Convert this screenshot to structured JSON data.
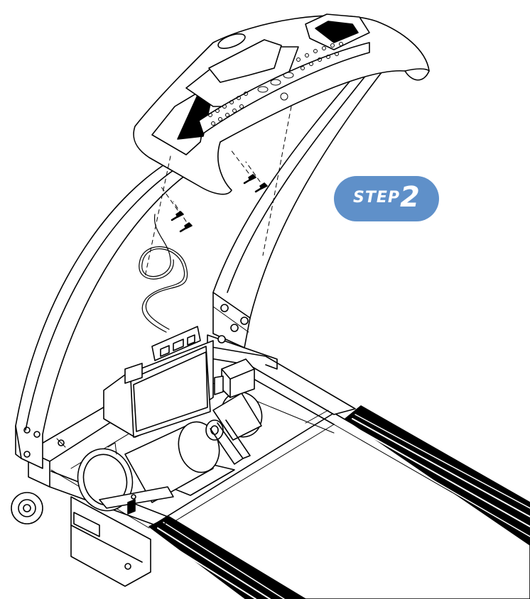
{
  "step": {
    "word": "STEP",
    "number": "2",
    "badge_color": "#5f90c9"
  },
  "drawing": {
    "line_color": "#000000",
    "background": "#ffffff",
    "parts": [
      "console",
      "upright-left",
      "upright-right",
      "console-screws",
      "wire-harness",
      "controller-board",
      "motor",
      "transformer",
      "flywheel",
      "roller",
      "frame",
      "side-rail-left",
      "side-rail-right",
      "running-deck",
      "wheel"
    ]
  }
}
